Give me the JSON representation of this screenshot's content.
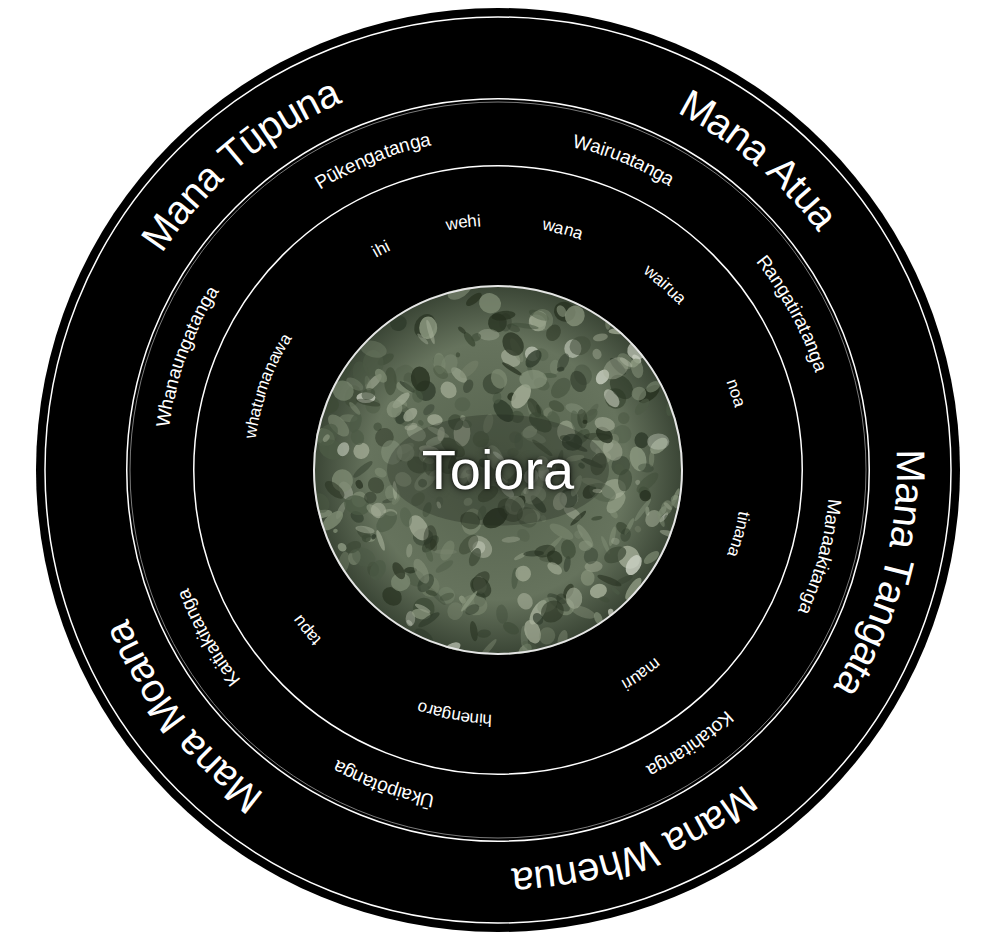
{
  "diagram": {
    "nodes": [
      {
        "text": [
          "Mana Tūpuna",
          "Mana Atua",
          "Mana Tangata",
          "Mana Whenua",
          "Mana Moana"
        ]
      },
      {
        "text": [
          "Pūkengatanga",
          "Wairuatanga",
          "Rangatiratanga",
          "Manaakitanga",
          "Kotahitanga",
          "Ūkaipōtanga",
          "Kaitiakitanga",
          "Whanaungatanga"
        ],
        "in": 0
      },
      {
        "text": [
          "ihi",
          "wehi",
          "wana",
          "wairua",
          "noa",
          "tinana",
          "mauri",
          "hinengaro",
          "tapu",
          "whatumanawa"
        ],
        "in": 1
      },
      {
        "text": [
          "Toiora"
        ],
        "in": 2
      }
    ]
  }
}
